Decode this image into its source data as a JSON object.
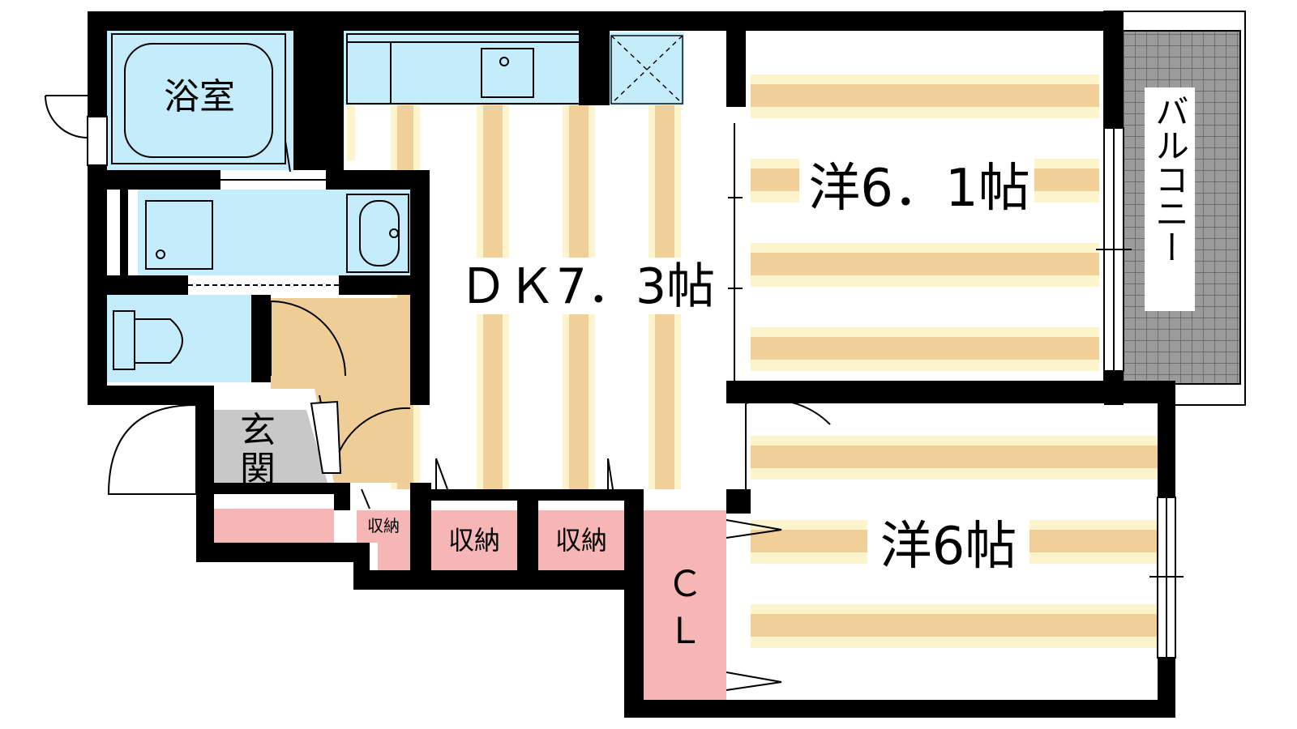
{
  "rooms": {
    "bath": "浴室",
    "dk": "ＤＫ7．3帖",
    "western1": "洋6．1帖",
    "western2": "洋6帖",
    "balcony": "バルコニー",
    "entrance_1": "玄",
    "entrance_2": "関",
    "storage_small": "収納",
    "storage_1": "収納",
    "storage_2": "収納",
    "closet_1": "Ｃ",
    "closet_2": "Ｌ"
  },
  "colors": {
    "wall": "#000000",
    "wet_area": "#c5ecfb",
    "storage": "#f7b6b6",
    "floor_cream": "#fbf4cc",
    "floor_stripe": "#f0cf98",
    "entrance_floor": "#c8c8c8",
    "hall_floor": "#efcd97",
    "balcony_grid": "#8c8c8c"
  }
}
